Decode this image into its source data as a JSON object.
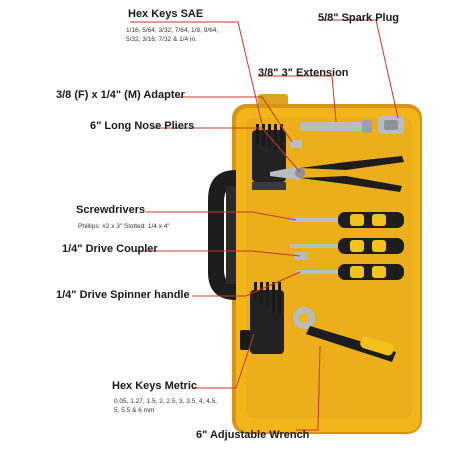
{
  "labels": {
    "hex_sae": "Hex Keys SAE",
    "hex_sae_sizes_1": "1/16, 5/64, 3/32, 7/64, 1/8, 9/64,",
    "hex_sae_sizes_2": "5/32, 3/16, 7/32 & 1/4 in.",
    "spark_plug": "5/8\" Spark Plug",
    "extension": "3/8\" 3\" Extension",
    "adapter": "3/8 (F) x 1/4\" (M) Adapter",
    "pliers": "6\" Long Nose Pliers",
    "screwdrivers": "Screwdrivers",
    "screwdriver_sizes": "Phillips: #2 x 3\"  Slotted: 1/4 x 4\"",
    "coupler": "1/4\" Drive Coupler",
    "spinner": "1/4\" Drive Spinner handle",
    "hex_metric": "Hex Keys Metric",
    "hex_metric_sizes_1": "0.05, 1.27, 1.5, 2, 2.5, 3, 3.5, 4, 4.5,",
    "hex_metric_sizes_2": "5, 5.5 & 6 mm",
    "wrench": "6\" Adjustable Wrench"
  },
  "colors": {
    "case": "#f2b61b",
    "case_shadow": "#d6951a",
    "handle": "#1d1d1d",
    "grip_yellow": "#f4c21c",
    "leader": "#c0392b",
    "metal": "#b9bcc0"
  }
}
